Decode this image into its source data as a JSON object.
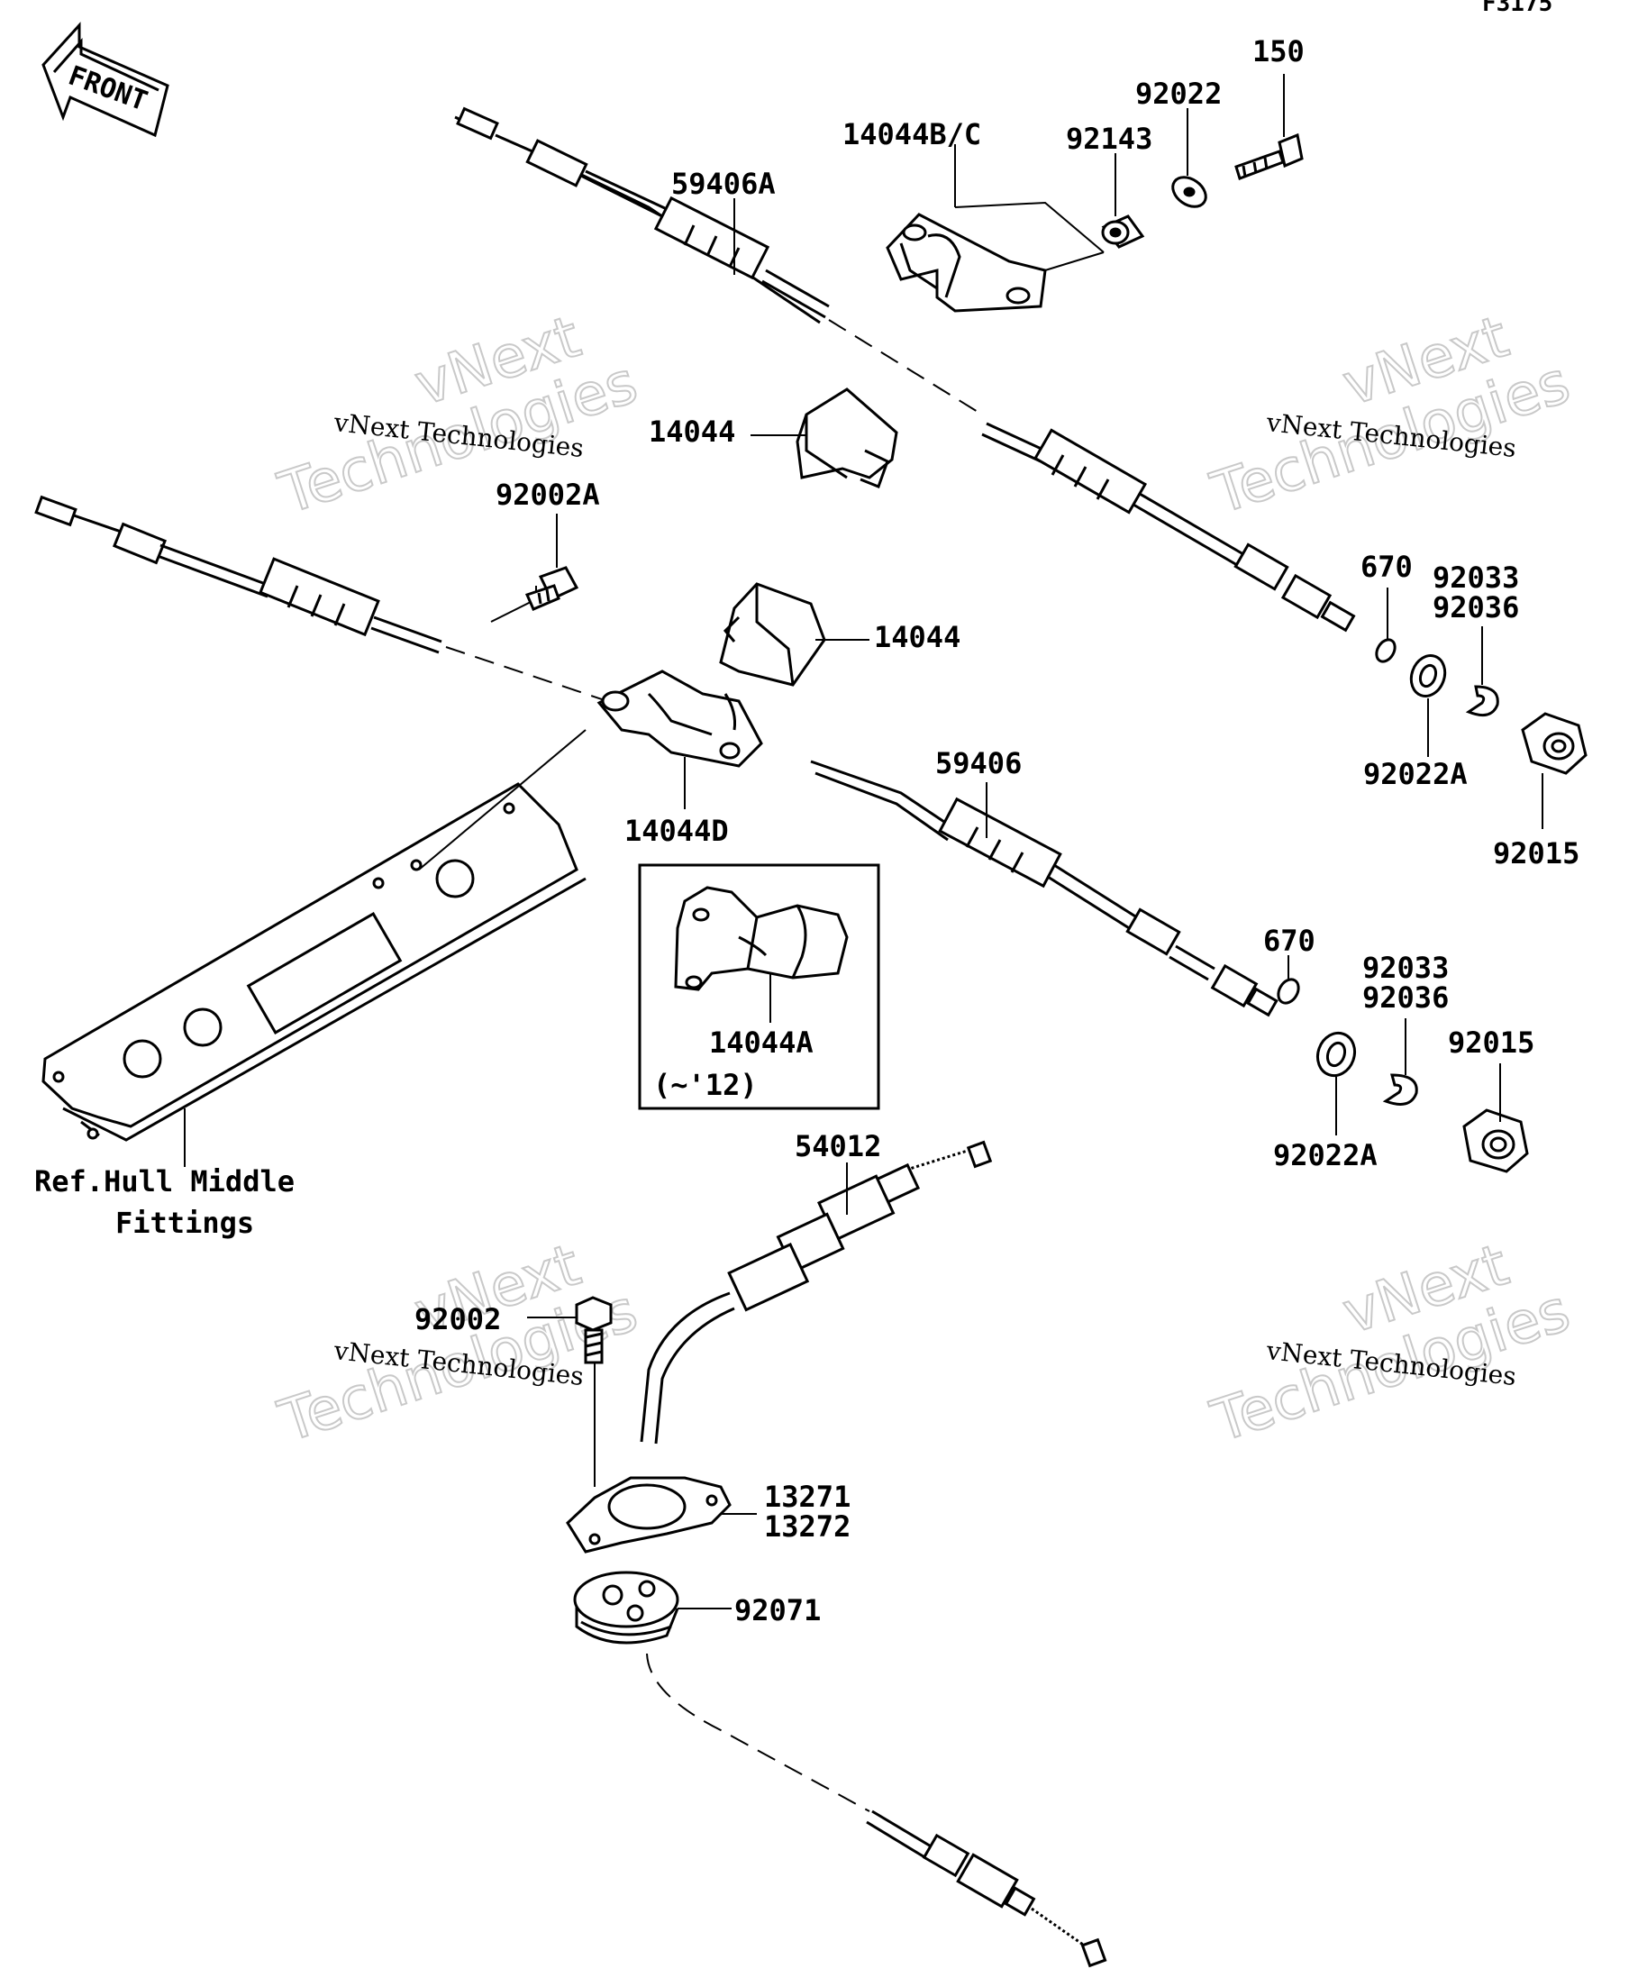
{
  "diagram_code": "F3175",
  "front_label": "FRONT",
  "parts": {
    "p150": "150",
    "p92022": "92022",
    "p14044BC": "14044B/C",
    "p92143": "92143",
    "p59406A": "59406A",
    "p14044_top": "14044",
    "p92002A": "92002A",
    "p14044_mid": "14044",
    "p670_top": "670",
    "p92033_top": "92033",
    "p92036_top": "92036",
    "p92022A_top": "92022A",
    "p92015_top": "92015",
    "p14044D": "14044D",
    "p59406": "59406",
    "p14044A": "14044A",
    "variant_note": "(~'12)",
    "p670_bot": "670",
    "p92033_bot": "92033",
    "p92036_bot": "92036",
    "p92015_bot": "92015",
    "p92022A_bot": "92022A",
    "p54012": "54012",
    "ref_line1": "Ref.Hull Middle",
    "ref_line2": "Fittings",
    "p92002": "92002",
    "p13271": "13271",
    "p13272": "13272",
    "p92071": "92071"
  },
  "watermark": {
    "line1": "vNext Technologies",
    "big1": "vNext",
    "big2": "Technologies"
  }
}
